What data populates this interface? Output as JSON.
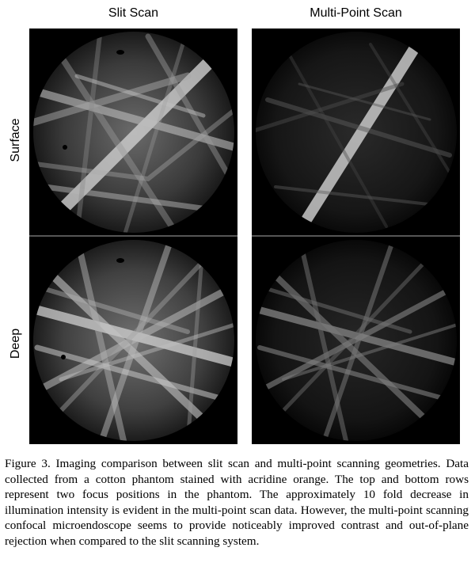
{
  "columns": {
    "left_title": "Slit Scan",
    "right_title": "Multi-Point Scan"
  },
  "rows": {
    "top_label": "Surface",
    "bottom_label": "Deep"
  },
  "panels": [
    {
      "name": "slit-scan-surface",
      "style": "bright"
    },
    {
      "name": "multi-point-scan-surface",
      "style": "dim"
    },
    {
      "name": "slit-scan-deep",
      "style": "bright"
    },
    {
      "name": "multi-point-scan-deep",
      "style": "dim"
    }
  ],
  "caption": {
    "text": "Figure 3.  Imaging comparison between slit scan and multi-point scanning geometries.  Data collected from a cotton phantom stained with acridine orange.  The top and bottom rows represent two focus positions in the phantom.  The approximately 10 fold decrease in illumination intensity is evident in the multi-point scan data.  However, the multi-point scanning confocal microendoscope seems to provide noticeably improved contrast and out-of-plane rejection when compared to the slit scanning system."
  }
}
